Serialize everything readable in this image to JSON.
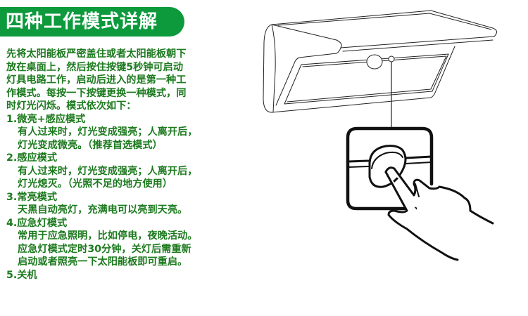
{
  "banner": {
    "title": "四种工作模式详解",
    "color": "#0c9a3c"
  },
  "intro": {
    "lines": [
      "先将太阳能板严密盖住或者太阳能板朝下",
      "放在桌面上，然后按住按键5秒钟可启动",
      "灯具电路工作，启动后进入的是第一种工",
      "作模式。每按一下按键更换一种模式，同",
      "时灯光闪烁。模式依次如下："
    ]
  },
  "modes": [
    {
      "title": "1.微亮+感应模式",
      "desc": [
        "有人过来时，灯光变成强亮；人离开后，",
        "灯光变成微亮。（推荐首选模式）"
      ]
    },
    {
      "title": "2.感应模式",
      "desc": [
        "有人过来时，灯光变成强亮；人离开后，",
        "灯光熄灭。（光照不足的地方使用）"
      ]
    },
    {
      "title": "3.常亮模式",
      "desc": [
        "天黑自动亮灯，充满电可以亮到天亮。"
      ]
    },
    {
      "title": "4.应急灯模式",
      "desc": [
        "常用于应急照明，比如停电，夜晚活动。",
        "应急灯模式定时30分钟，关灯后需重新",
        "启动或者照亮一下太阳能板即可重启。"
      ]
    },
    {
      "title": "5.关机",
      "desc": []
    }
  ],
  "colors": {
    "text": "#1c7a1e",
    "banner_text": "#ffffff",
    "line_art": "#222222"
  },
  "illustration": {
    "lamp": "solar-wall-lamp-icon",
    "button_callout": "finger-pressing-button-icon"
  }
}
